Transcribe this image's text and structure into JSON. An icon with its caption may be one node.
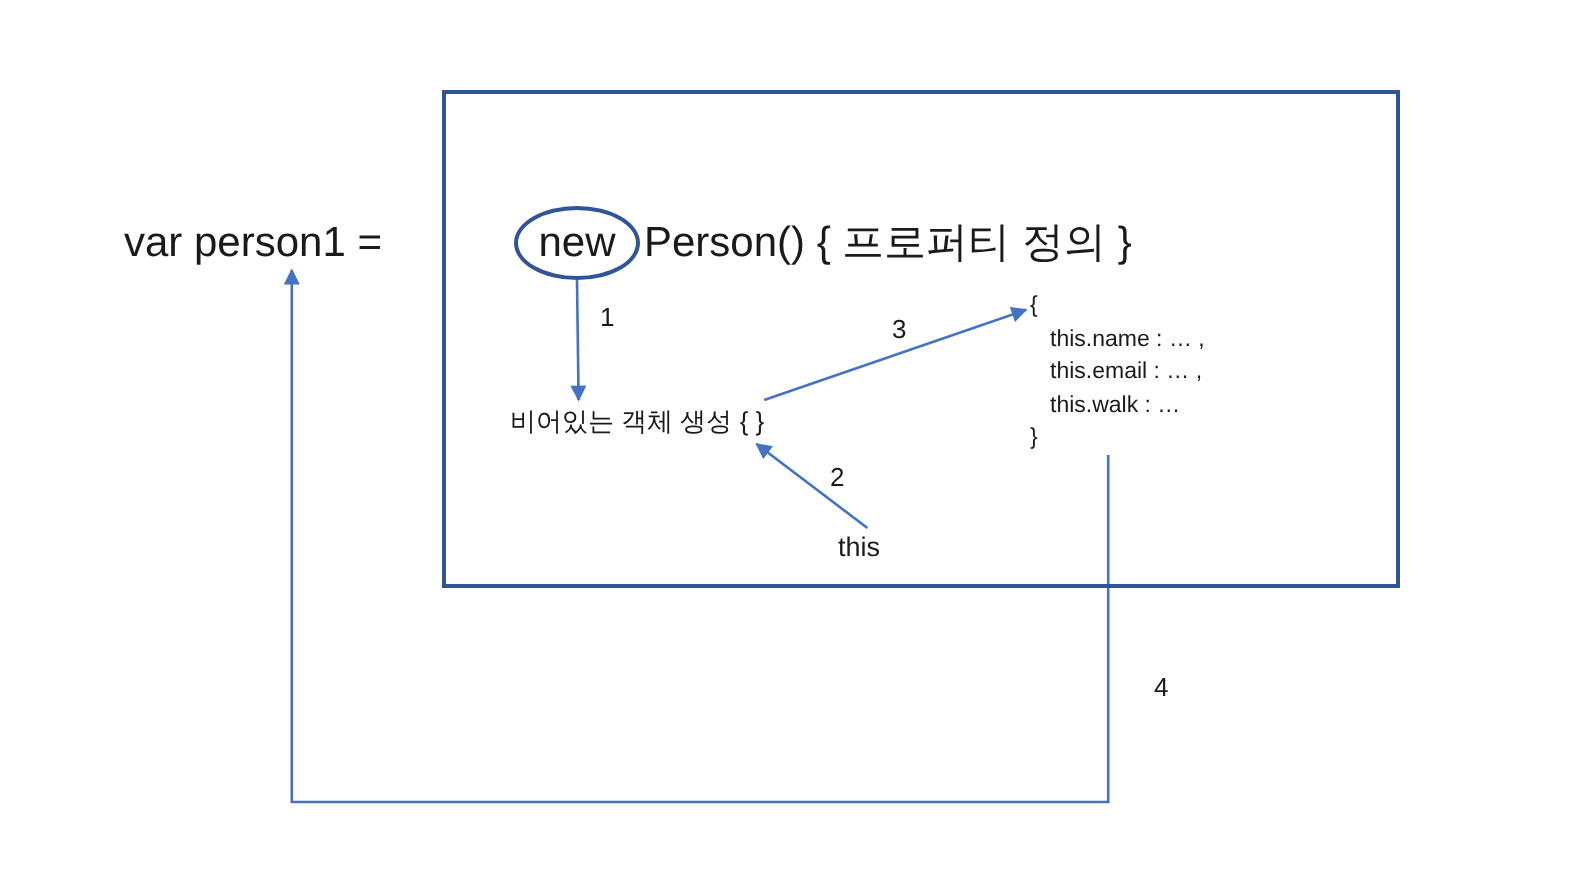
{
  "diagram": {
    "nodes": [
      {
        "text": [
          "var person1 ="
        ]
      },
      {
        "text": [],
        "shape": "box"
      },
      {
        "text": [
          "new"
        ],
        "in": 1
      },
      {
        "text": [
          "비어있는 객체 생성 { }"
        ],
        "in": 1
      },
      {
        "text": [
          "this"
        ],
        "in": 1
      },
      {
        "text": [
          "{",
          "this.name : … ,",
          "this.email : … ,",
          "this.walk : …",
          "}"
        ],
        "in": 1
      }
    ],
    "edges": [
      {
        "from": 2,
        "to": 3,
        "arrow": "to",
        "label": "1"
      },
      {
        "from": 4,
        "to": 3,
        "arrow": "to",
        "label": "2"
      },
      {
        "from": 3,
        "to": 5,
        "arrow": "to",
        "label": "3"
      },
      {
        "from": 5,
        "to": 0,
        "arrow": "to",
        "label": "4"
      }
    ],
    "labels": [
      "Person() { 프로퍼티 정의 }"
    ]
  }
}
